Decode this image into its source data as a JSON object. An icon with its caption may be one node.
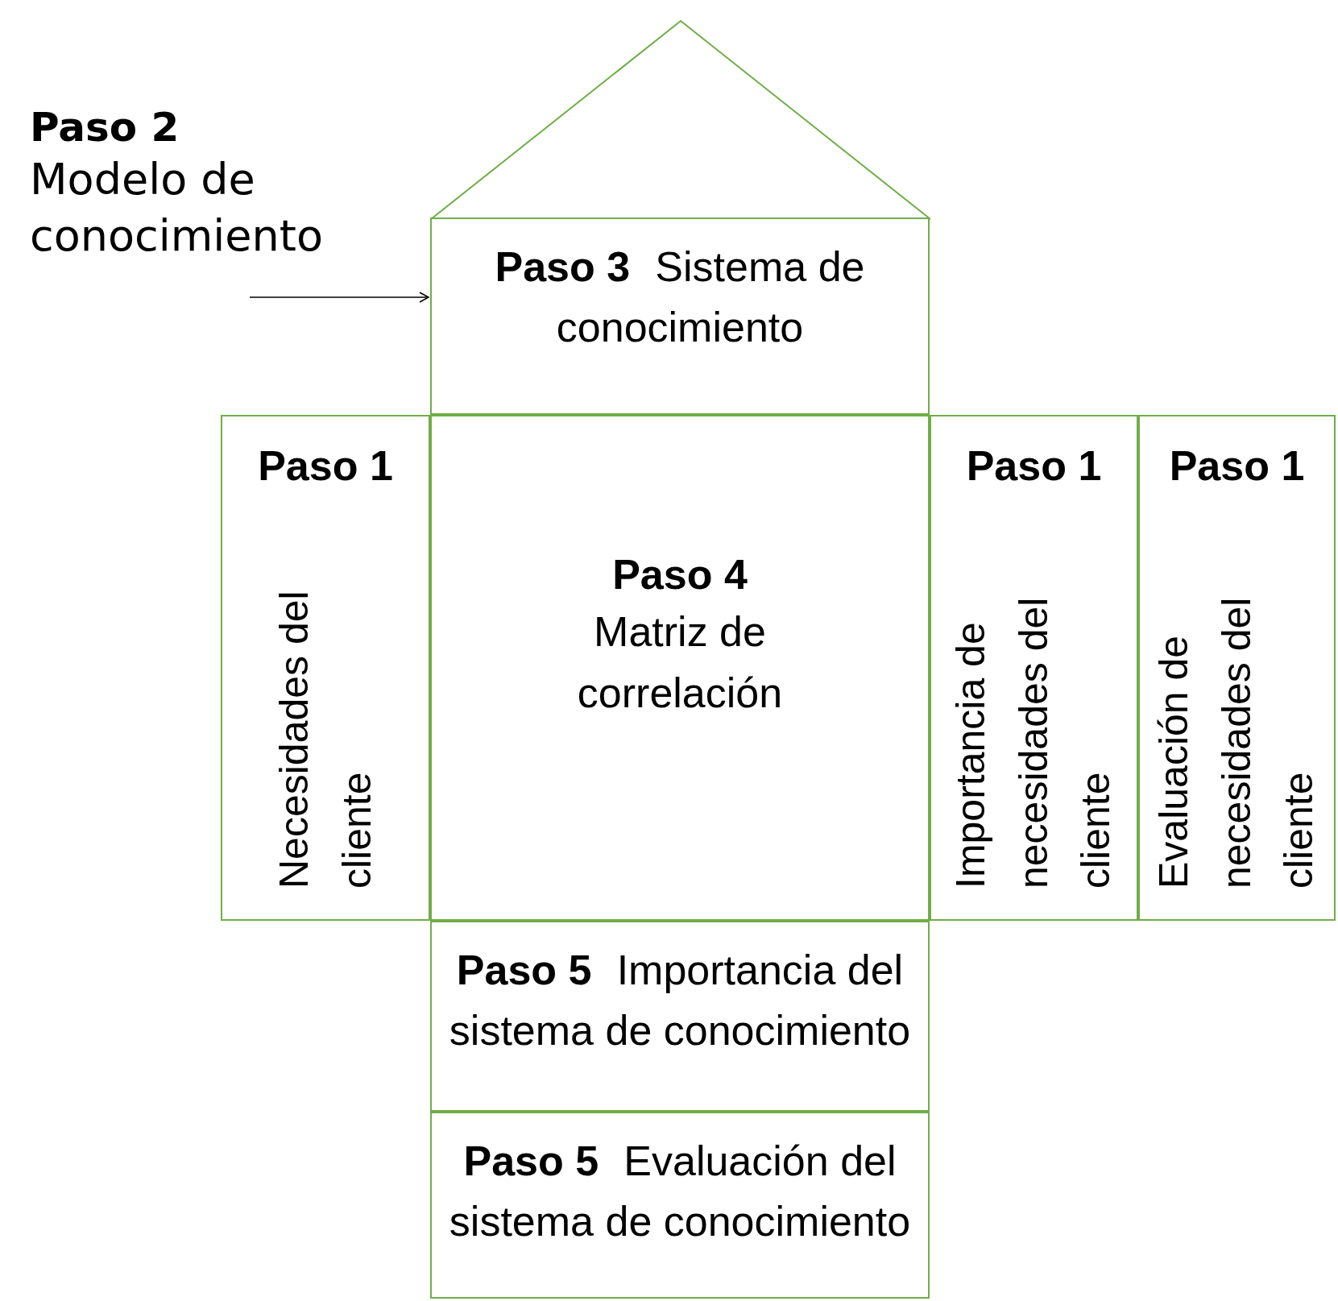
{
  "diagram": {
    "nodes": [
      {
        "text": [
          "Paso 2",
          "Modelo de conocimiento"
        ]
      },
      {
        "text": [],
        "shape": "triangle"
      },
      {
        "text": [
          "Paso 3",
          "Sistema de conocimiento"
        ]
      },
      {
        "text": [
          "Paso 1",
          "Necesidades del cliente"
        ]
      },
      {
        "text": [
          "Paso 4",
          "Matriz de correlación"
        ]
      },
      {
        "text": [
          "Paso 1",
          "Importancia de necesidades del cliente"
        ]
      },
      {
        "text": [
          "Paso 1",
          "Evaluación de necesidades del cliente"
        ]
      },
      {
        "text": [
          "Paso 5",
          "Importancia del sistema de conocimiento"
        ]
      },
      {
        "text": [
          "Paso 5",
          "Evaluación del sistema de conocimiento"
        ]
      }
    ],
    "edges": [
      {
        "from": 0,
        "to": 2,
        "arrow": "to"
      }
    ]
  }
}
